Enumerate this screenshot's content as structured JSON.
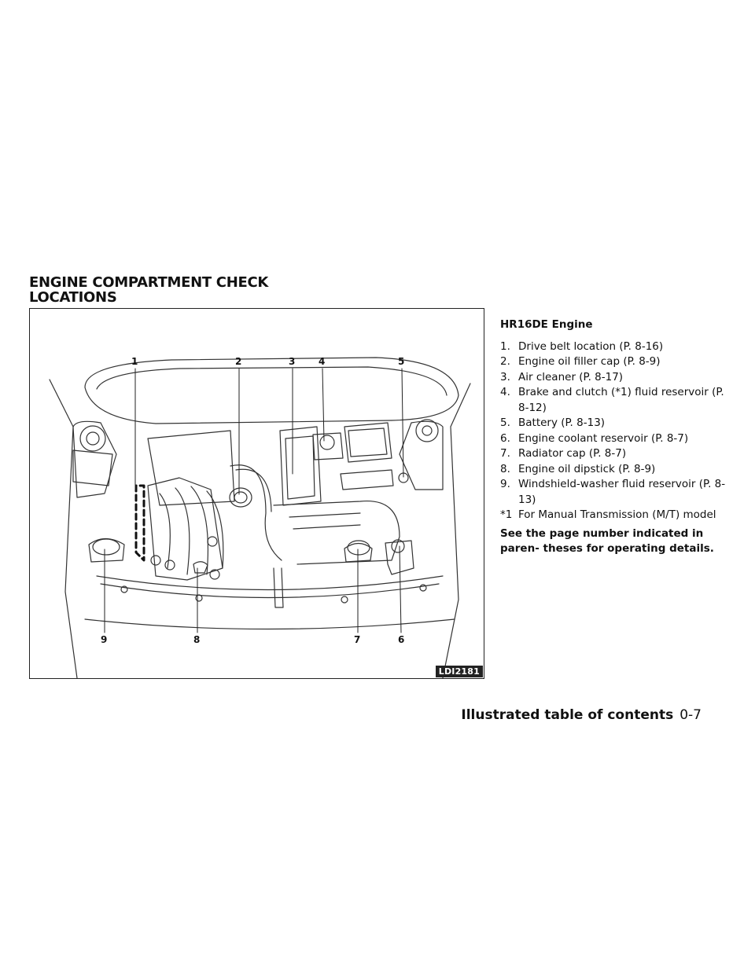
{
  "section_title": {
    "line1": "ENGINE COMPARTMENT CHECK",
    "line2": "LOCATIONS"
  },
  "figure": {
    "code": "LDI2181",
    "callouts": [
      "1",
      "2",
      "3",
      "4",
      "5",
      "6",
      "7",
      "8",
      "9"
    ]
  },
  "text": {
    "heading": "HR16DE Engine",
    "items": [
      {
        "num": "1.",
        "label": "Drive belt location (P. 8-16)"
      },
      {
        "num": "2.",
        "label": "Engine oil filler cap (P. 8-9)"
      },
      {
        "num": "3.",
        "label": "Air cleaner (P. 8-17)"
      },
      {
        "num": "4.",
        "label": "Brake and clutch (*1) fluid reservoir (P. 8-12)"
      },
      {
        "num": "5.",
        "label": "Battery (P. 8-13)"
      },
      {
        "num": "6.",
        "label": "Engine coolant reservoir (P. 8-7)"
      },
      {
        "num": "7.",
        "label": "Radiator cap (P. 8-7)"
      },
      {
        "num": "8.",
        "label": "Engine oil dipstick (P. 8-9)"
      },
      {
        "num": "9.",
        "label": "Windshield-washer fluid reservoir (P. 8-13)"
      }
    ],
    "footnote": {
      "num": "*1",
      "label": "For Manual Transmission (M/T) model"
    },
    "note": "See the page number indicated in paren- theses for operating details."
  },
  "footer": {
    "title": "Illustrated table of contents",
    "page": "0-7"
  }
}
